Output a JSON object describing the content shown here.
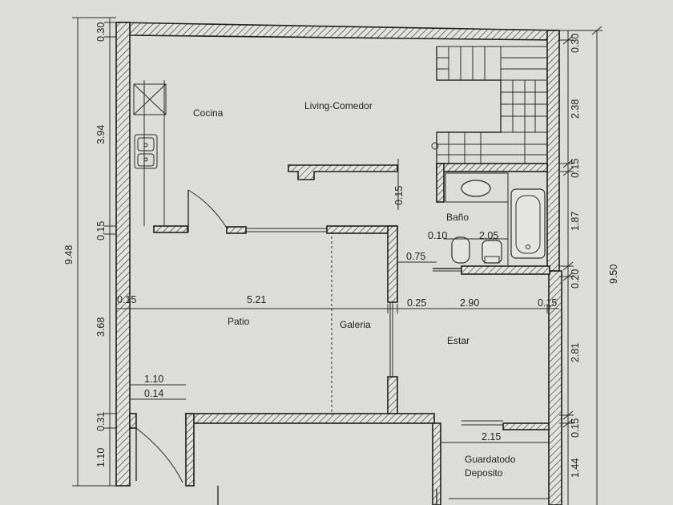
{
  "rooms": {
    "cocina": "Cocina",
    "living": "Living-Comedor",
    "bano": "Baño",
    "patio": "Patio",
    "galeria": "Galeria",
    "estar": "Estar",
    "guardatodo": "Guardatodo",
    "deposito": "Deposito"
  },
  "dimensions": {
    "left_030": "0.30",
    "left_394": "3.94",
    "left_015": "0.15",
    "left_368": "3.68",
    "left_031": "0.31",
    "left_110": "1.10",
    "left_total": "9.48",
    "right_030": "0.30",
    "right_238": "2.38",
    "right_015a": "0.15",
    "right_187": "1.87",
    "right_020": "0.20",
    "right_281": "2.81",
    "right_015b": "0.15",
    "right_144": "1.44",
    "right_total": "9.50",
    "h_015_left": "0.15",
    "h_521": "5.21",
    "h_025": "0.25",
    "h_290": "2.90",
    "h_015_right": "0.15",
    "h_110": "1.10",
    "h_014": "0.14",
    "h_215": "2.15",
    "h_075": "0.75",
    "h_010": "0.10",
    "h_205": "2.05",
    "v_015_mid": "0.15"
  }
}
